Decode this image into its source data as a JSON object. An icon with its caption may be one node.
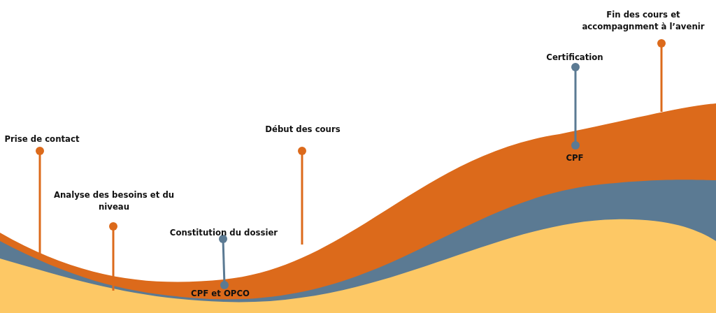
{
  "diagram": {
    "nodes": [
      {
        "text": [
          "Prise de contact"
        ]
      },
      {
        "text": [
          "Analyse des besoins et du niveau"
        ]
      },
      {
        "text": [
          "Constitution du dossier"
        ]
      },
      {
        "text": [
          "CPF et OPCO"
        ]
      },
      {
        "text": [
          "Début des cours"
        ]
      },
      {
        "text": [
          "Certification"
        ]
      },
      {
        "text": [
          "CPF"
        ]
      },
      {
        "text": [
          "Fin des cours et accompagnment à l’avenir"
        ]
      }
    ],
    "edges": [
      {
        "from": 0,
        "to": null,
        "arrow": "other"
      },
      {
        "from": 1,
        "to": null,
        "arrow": "other"
      },
      {
        "from": 2,
        "to": 3,
        "arrow": "other",
        "color": "#5b7a93"
      },
      {
        "from": 4,
        "to": null,
        "arrow": "other"
      },
      {
        "from": 5,
        "to": 6,
        "arrow": "other",
        "color": "#5b7a93"
      },
      {
        "from": 7,
        "to": null,
        "arrow": "other"
      }
    ]
  }
}
